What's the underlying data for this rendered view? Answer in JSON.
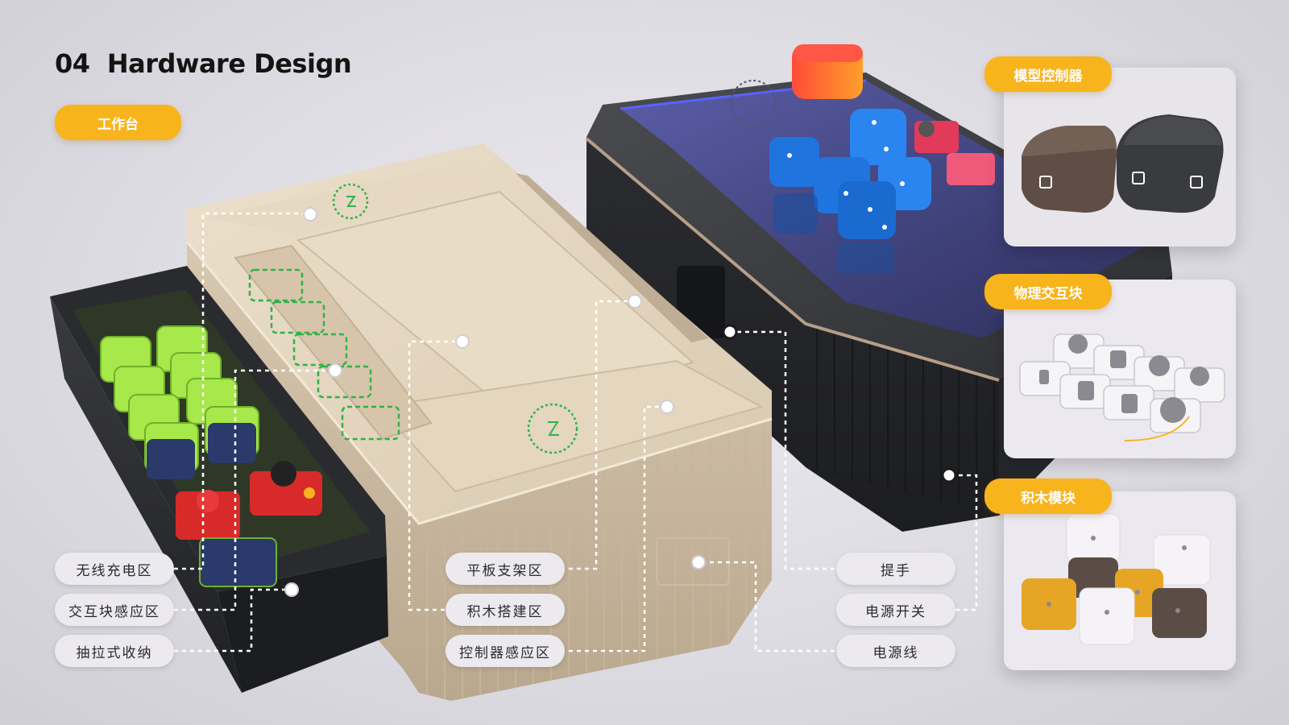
{
  "header": {
    "number": "04",
    "title": "Hardware Design"
  },
  "workbench_tag": "工作台",
  "callout_labels": {
    "wireless_charging": "无线充电区",
    "interaction_block_sensing": "交互块感应区",
    "pull_out_storage": "抽拉式收纳",
    "tablet_stand": "平板支架区",
    "block_building": "积木搭建区",
    "controller_sensing": "控制器感应区",
    "handle": "提手",
    "power_switch": "电源开关",
    "power_cord": "电源线"
  },
  "cards": [
    {
      "tag": "模型控制器"
    },
    {
      "tag": "物理交互块"
    },
    {
      "tag": "积木模块"
    }
  ],
  "colors": {
    "accent_yellow": "#f8b41d",
    "product_beige": "#e2d3bd",
    "product_dark": "#3a3b3e",
    "block_blue": "#1f7be6",
    "block_red": "#e8332b",
    "charging_green": "#22b14c",
    "storage_block_green": "#a7e84a"
  }
}
